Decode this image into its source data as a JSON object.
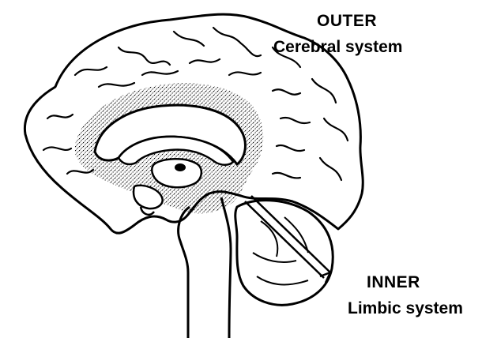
{
  "labels": {
    "outer": {
      "title": "OUTER",
      "subtitle": "Cerebral system"
    },
    "inner": {
      "title": "INNER",
      "subtitle": "Limbic system"
    }
  },
  "colors": {
    "line": "#000000",
    "background": "#ffffff",
    "stipple": "#000000"
  }
}
